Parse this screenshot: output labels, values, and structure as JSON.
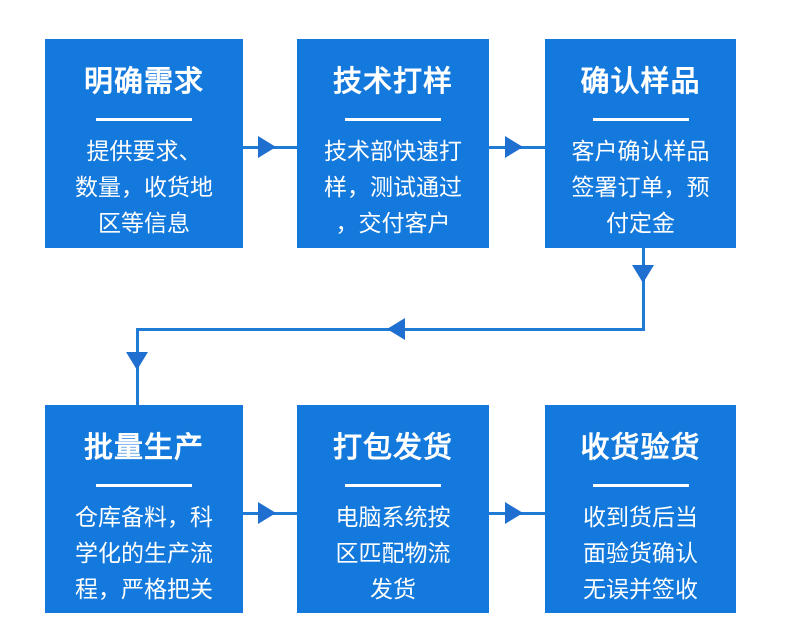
{
  "diagram": {
    "type": "process-flowchart",
    "orientation": "two-row-serpentine",
    "colors": {
      "box_fill": "#1479DC",
      "connector": "#1F7BD4",
      "arrowhead": "#1F6FD0",
      "text": "#FFFFFF",
      "background": "#FFFFFF"
    },
    "steps": [
      {
        "order": 1,
        "title": "明确需求",
        "description": "提供要求、\n数量，收货地\n区等信息"
      },
      {
        "order": 2,
        "title": "技术打样",
        "description": "技术部快速打\n样，测试通过\n，交付客户"
      },
      {
        "order": 3,
        "title": "确认样品",
        "description": "客户确认样品\n签署订单，预\n付定金"
      },
      {
        "order": 4,
        "title": "批量生产",
        "description": "仓库备料，科\n学化的生产流\n程，严格把关"
      },
      {
        "order": 5,
        "title": "打包发货",
        "description": "电脑系统按\n区匹配物流\n发货"
      },
      {
        "order": 6,
        "title": "收货验货",
        "description": "收到货后当\n面验货确认\n无误并签收"
      }
    ],
    "connectors": [
      {
        "from": 1,
        "to": 2,
        "direction": "right"
      },
      {
        "from": 2,
        "to": 3,
        "direction": "right"
      },
      {
        "from": 3,
        "to": 4,
        "direction": "down-left-down"
      },
      {
        "from": 4,
        "to": 5,
        "direction": "right"
      },
      {
        "from": 5,
        "to": 6,
        "direction": "right"
      }
    ]
  }
}
